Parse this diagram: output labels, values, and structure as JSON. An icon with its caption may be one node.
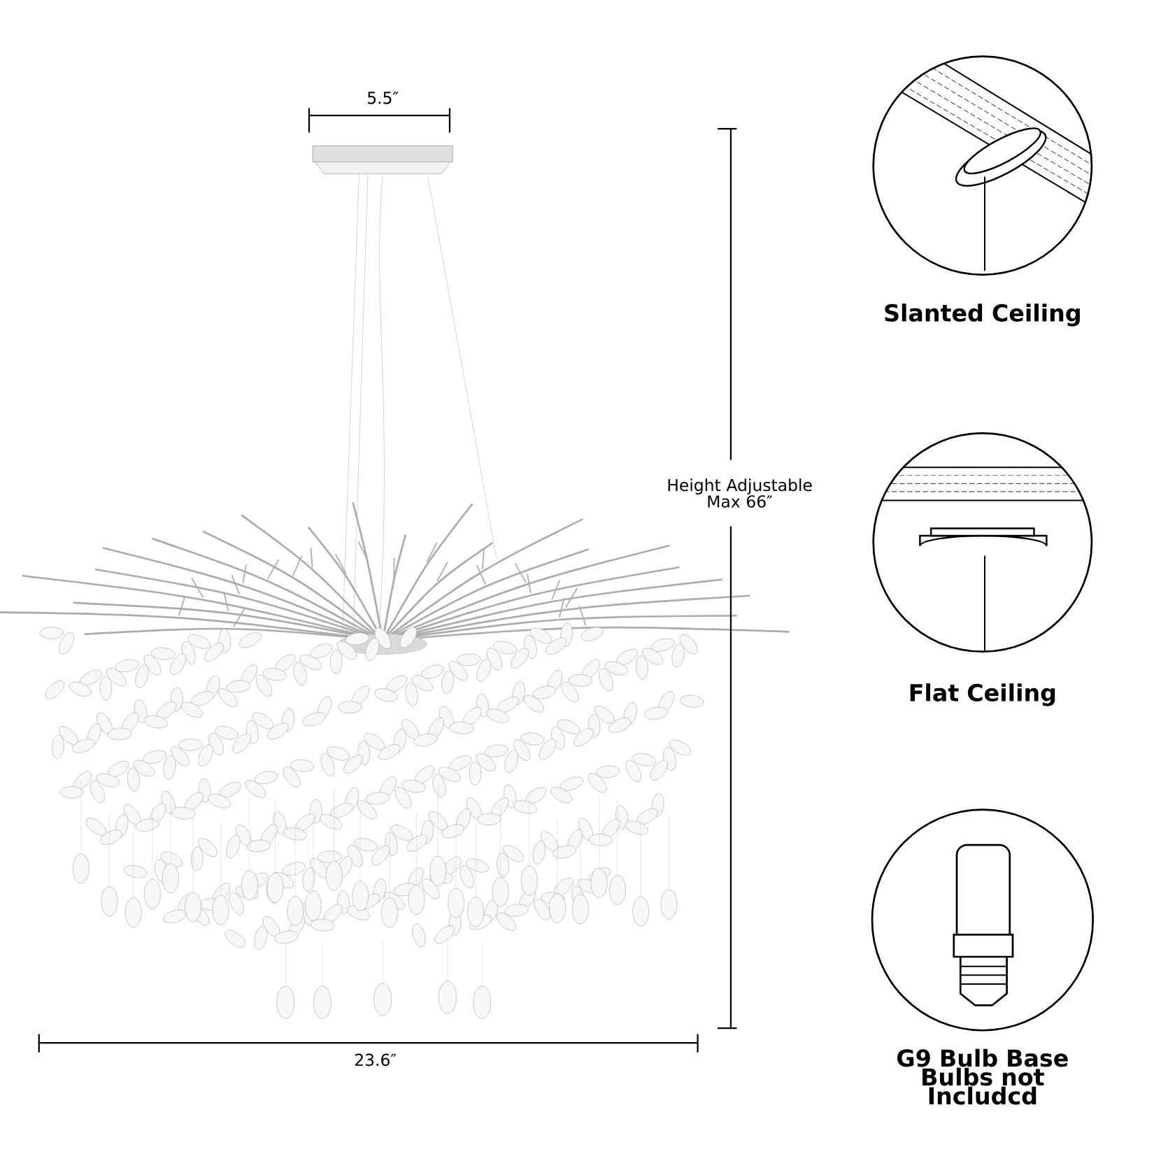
{
  "diagram": {
    "nodes": [
      {
        "text": [
          "Slanted Ceiling"
        ]
      },
      {
        "text": [
          "Flat Ceiling"
        ]
      },
      {
        "text": [
          "G9 Bulb Base Bulbs not Includcd"
        ]
      }
    ],
    "labels": [
      "5.5″",
      "Height Adjustable Max 66″",
      "23.6″"
    ]
  }
}
